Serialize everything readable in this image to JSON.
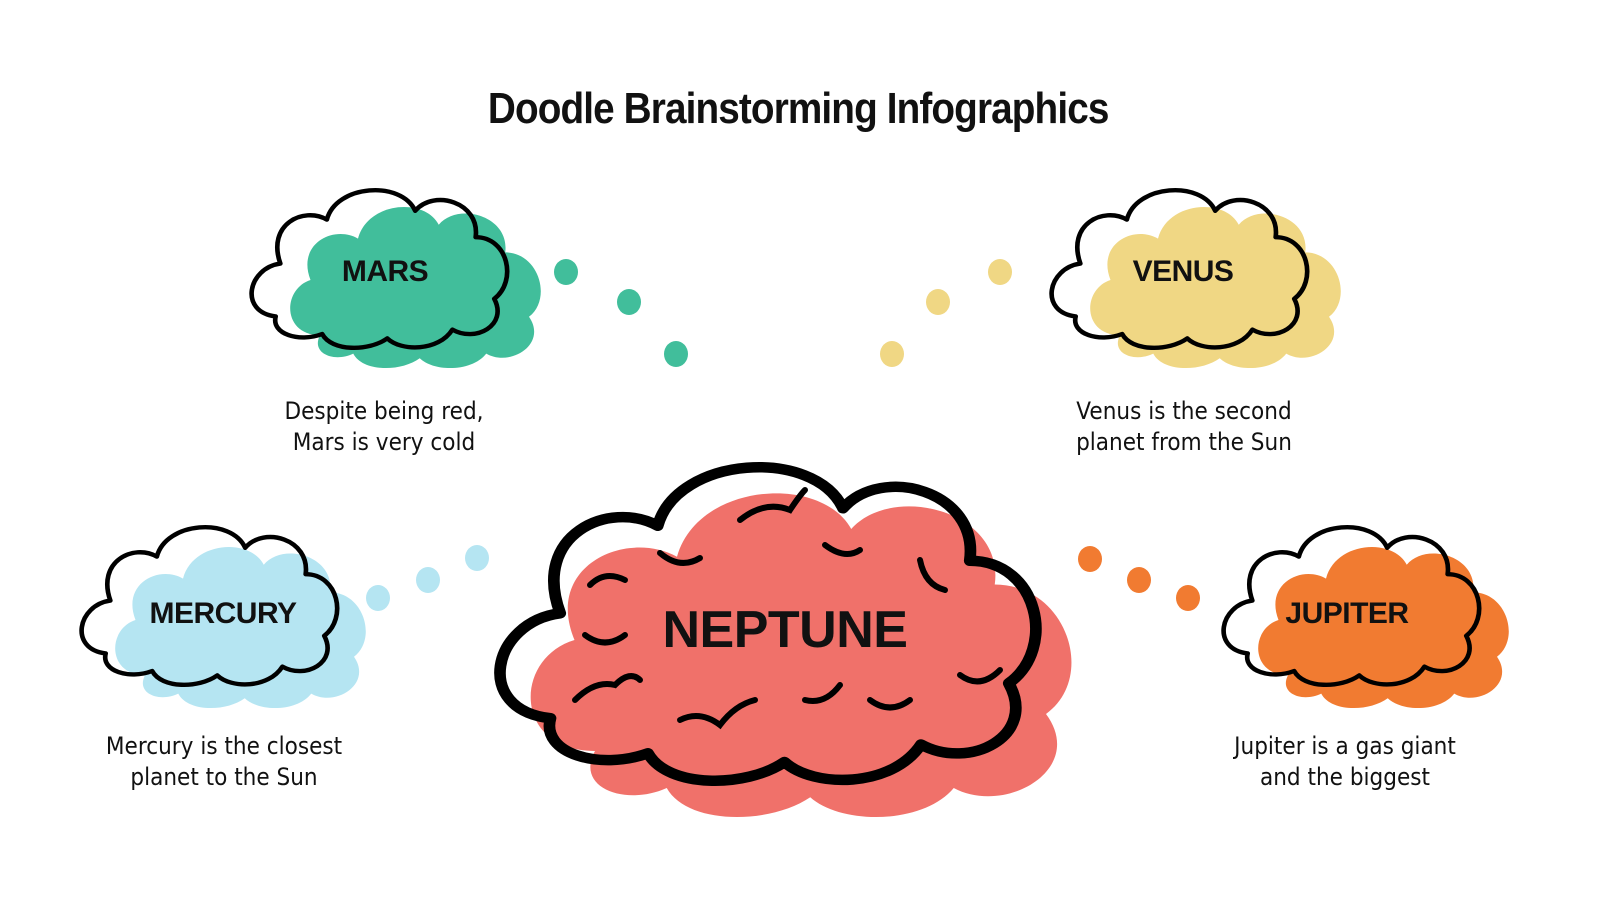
{
  "title": "Doodle Brainstorming Infographics",
  "center": {
    "label": "NEPTUNE",
    "color": "#F0716A"
  },
  "nodes": [
    {
      "id": "mars",
      "label": "MARS",
      "description_line1": "Despite being red,",
      "description_line2": "Mars is very cold",
      "color": "#41BE9B"
    },
    {
      "id": "venus",
      "label": "VENUS",
      "description_line1": "Venus is the second",
      "description_line2": "planet from the Sun",
      "color": "#F0D784"
    },
    {
      "id": "mercury",
      "label": "MERCURY",
      "description_line1": "Mercury is the closest",
      "description_line2": "planet to the Sun",
      "color": "#B5E5F2"
    },
    {
      "id": "jupiter",
      "label": "JUPITER",
      "description_line1": "Jupiter is a gas giant",
      "description_line2": "and the biggest",
      "color": "#F17B31"
    }
  ]
}
